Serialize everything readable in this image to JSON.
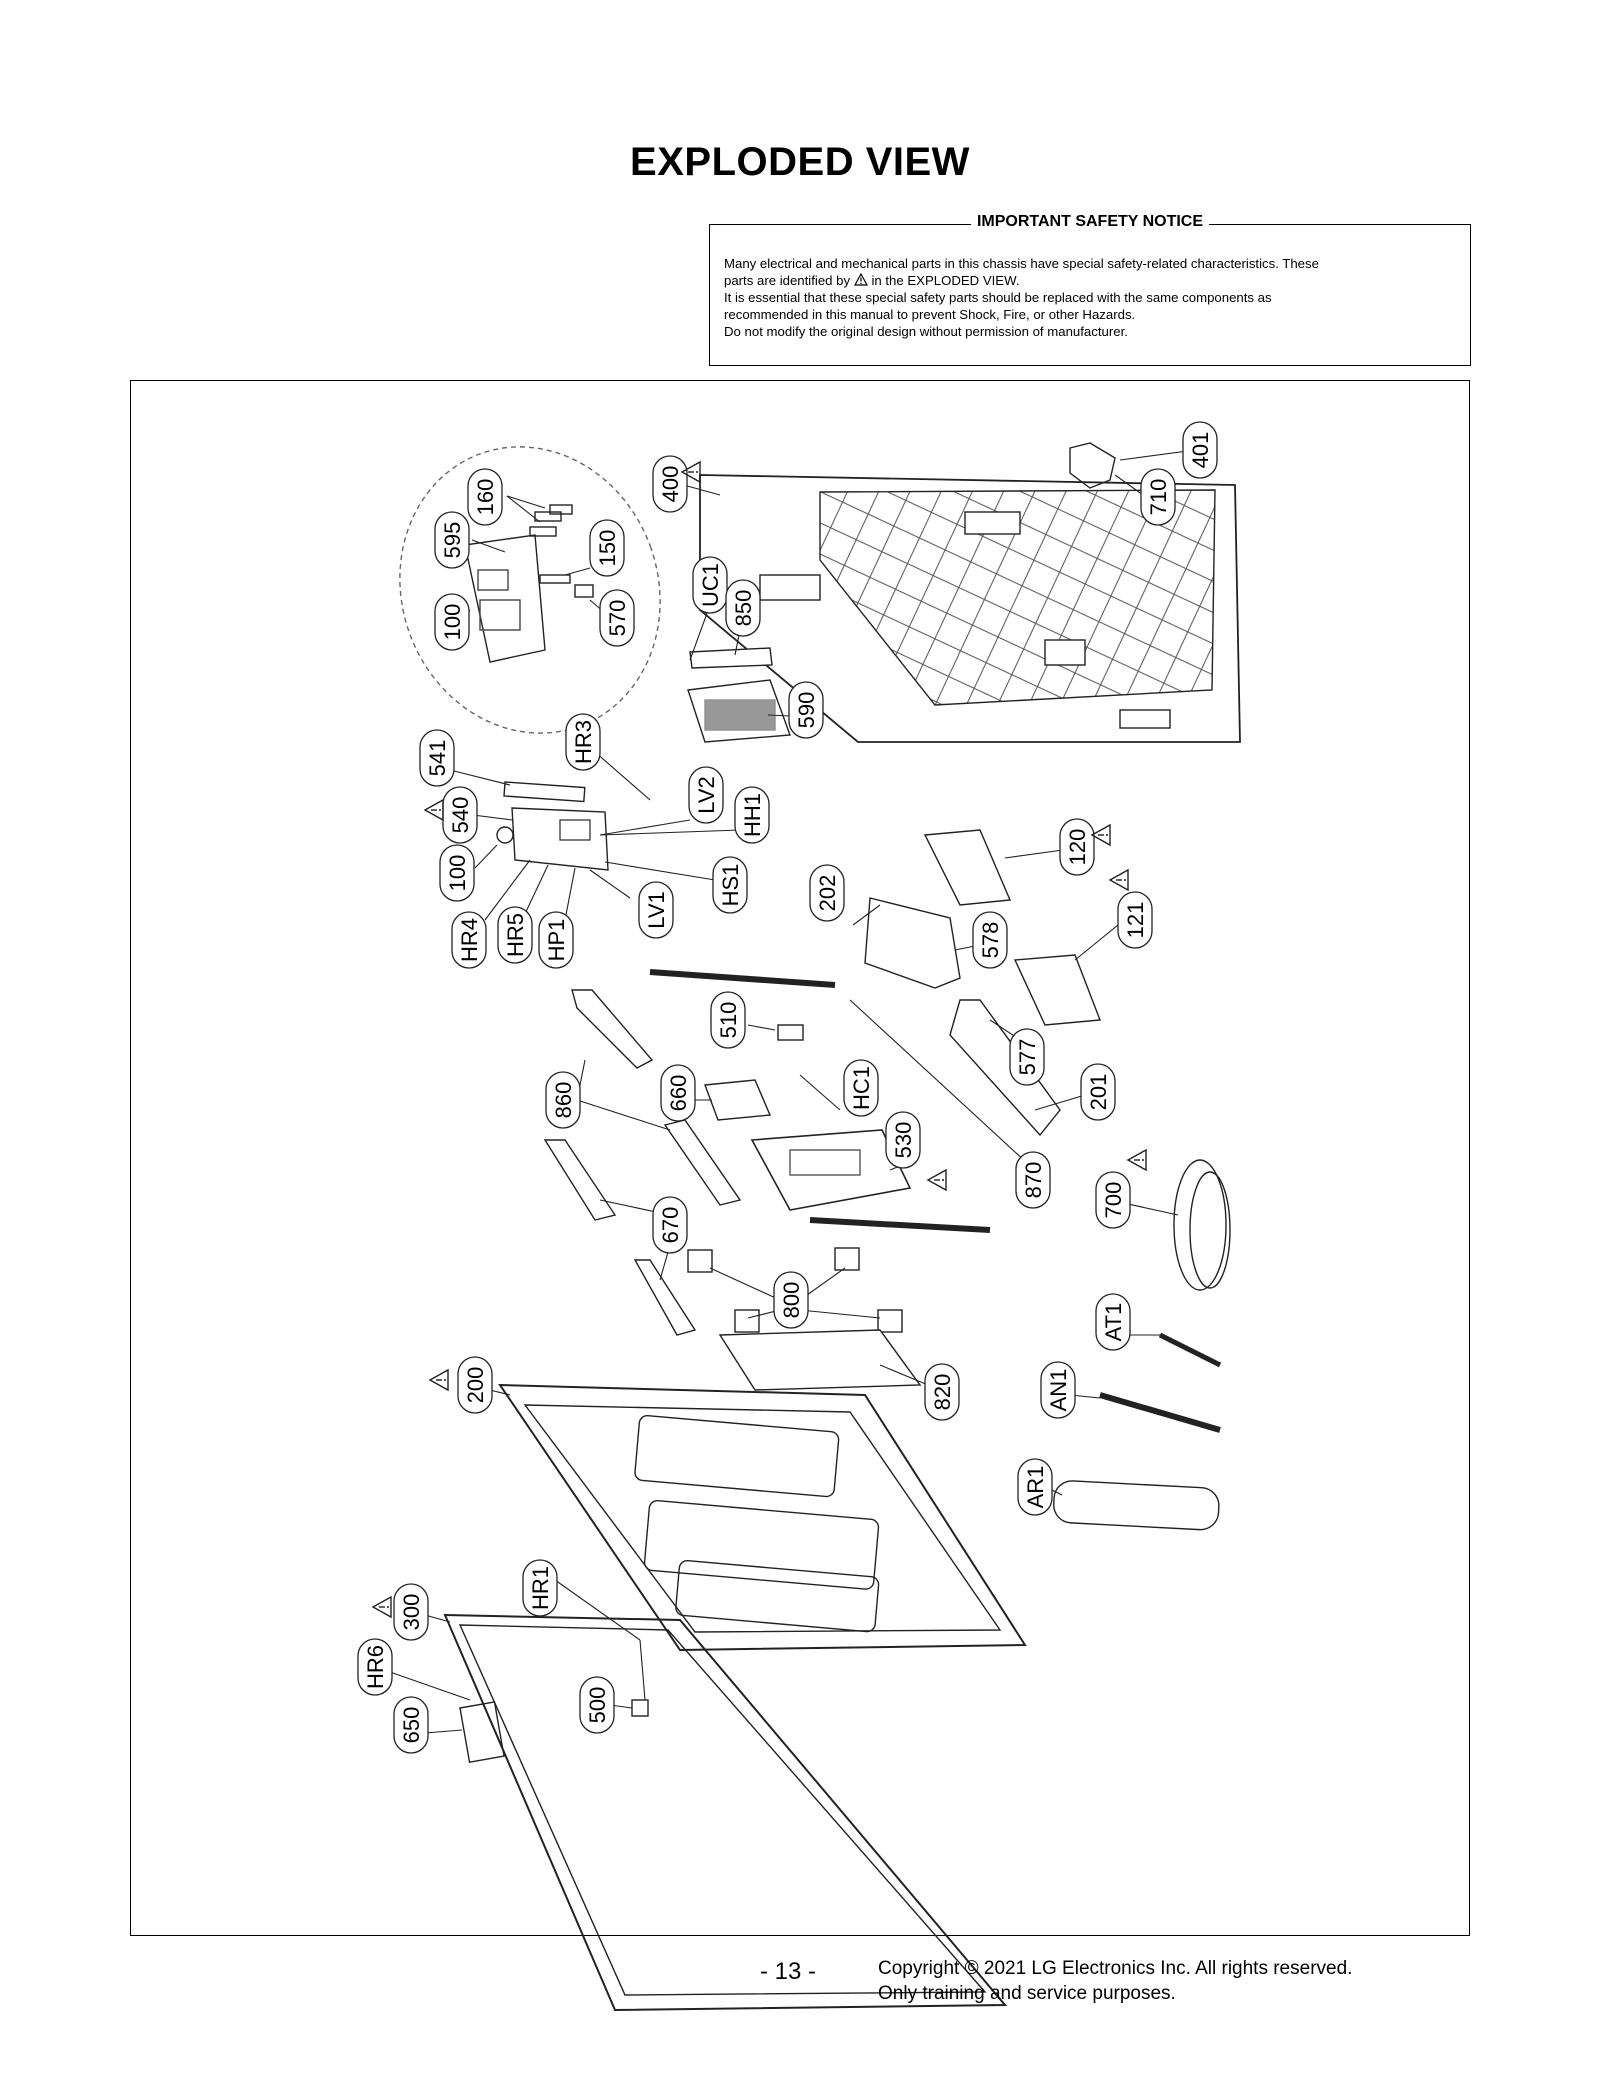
{
  "page": {
    "title": "EXPLODED VIEW",
    "page_number": "- 13 -",
    "copyright_line1": "Copyright © 2021 LG Electronics Inc. All rights reserved.",
    "copyright_line2": "Only training and service purposes."
  },
  "notice": {
    "title": "IMPORTANT SAFETY NOTICE",
    "line1": "Many electrical and mechanical parts in this chassis have special safety-related characteristics. These",
    "line2_a": "parts are identified by",
    "line2_b": "in the EXPLODED VIEW.",
    "line3": "It is essential that these special safety parts should be replaced with the same components as",
    "line4": "recommended in this manual to prevent Shock, Fire, or other Hazards.",
    "line5": "Do not modify the original design without permission of manufacturer."
  },
  "parts": [
    {
      "id": "p160",
      "label": "160",
      "safety": false
    },
    {
      "id": "p595",
      "label": "595",
      "safety": false
    },
    {
      "id": "p150",
      "label": "150",
      "safety": false
    },
    {
      "id": "p100a",
      "label": "100",
      "safety": false
    },
    {
      "id": "p570",
      "label": "570",
      "safety": false
    },
    {
      "id": "p400",
      "label": "400",
      "safety": true
    },
    {
      "id": "pUC1",
      "label": "UC1",
      "safety": false
    },
    {
      "id": "p850",
      "label": "850",
      "safety": false
    },
    {
      "id": "p590",
      "label": "590",
      "safety": false
    },
    {
      "id": "p401",
      "label": "401",
      "safety": false
    },
    {
      "id": "p710",
      "label": "710",
      "safety": false
    },
    {
      "id": "p541",
      "label": "541",
      "safety": false
    },
    {
      "id": "pHR3",
      "label": "HR3",
      "safety": false
    },
    {
      "id": "pLV2",
      "label": "LV2",
      "safety": false
    },
    {
      "id": "p540",
      "label": "540",
      "safety": true
    },
    {
      "id": "pHH1",
      "label": "HH1",
      "safety": false
    },
    {
      "id": "p100b",
      "label": "100",
      "safety": false
    },
    {
      "id": "pHS1",
      "label": "HS1",
      "safety": false
    },
    {
      "id": "pHR4",
      "label": "HR4",
      "safety": false
    },
    {
      "id": "pHR5",
      "label": "HR5",
      "safety": false
    },
    {
      "id": "pHP1",
      "label": "HP1",
      "safety": false
    },
    {
      "id": "pLV1",
      "label": "LV1",
      "safety": false
    },
    {
      "id": "p202",
      "label": "202",
      "safety": false
    },
    {
      "id": "p120",
      "label": "120",
      "safety": true
    },
    {
      "id": "p578",
      "label": "578",
      "safety": false
    },
    {
      "id": "p121",
      "label": "121",
      "safety": true
    },
    {
      "id": "p510",
      "label": "510",
      "safety": false
    },
    {
      "id": "p577",
      "label": "577",
      "safety": false
    },
    {
      "id": "p860",
      "label": "860",
      "safety": false
    },
    {
      "id": "p660",
      "label": "660",
      "safety": false
    },
    {
      "id": "pHC1",
      "label": "HC1",
      "safety": false
    },
    {
      "id": "p201",
      "label": "201",
      "safety": false
    },
    {
      "id": "p530",
      "label": "530",
      "safety": true
    },
    {
      "id": "p870",
      "label": "870",
      "safety": false
    },
    {
      "id": "p700",
      "label": "700",
      "safety": true
    },
    {
      "id": "p670",
      "label": "670",
      "safety": false
    },
    {
      "id": "p800",
      "label": "800",
      "safety": false
    },
    {
      "id": "pAT1",
      "label": "AT1",
      "safety": false
    },
    {
      "id": "p200",
      "label": "200",
      "safety": true
    },
    {
      "id": "p820",
      "label": "820",
      "safety": false
    },
    {
      "id": "pAN1",
      "label": "AN1",
      "safety": false
    },
    {
      "id": "pAR1",
      "label": "AR1",
      "safety": false
    },
    {
      "id": "pHR1",
      "label": "HR1",
      "safety": false
    },
    {
      "id": "p300",
      "label": "300",
      "safety": true
    },
    {
      "id": "pHR6",
      "label": "HR6",
      "safety": false
    },
    {
      "id": "p650",
      "label": "650",
      "safety": false
    },
    {
      "id": "p500",
      "label": "500",
      "safety": false
    }
  ]
}
